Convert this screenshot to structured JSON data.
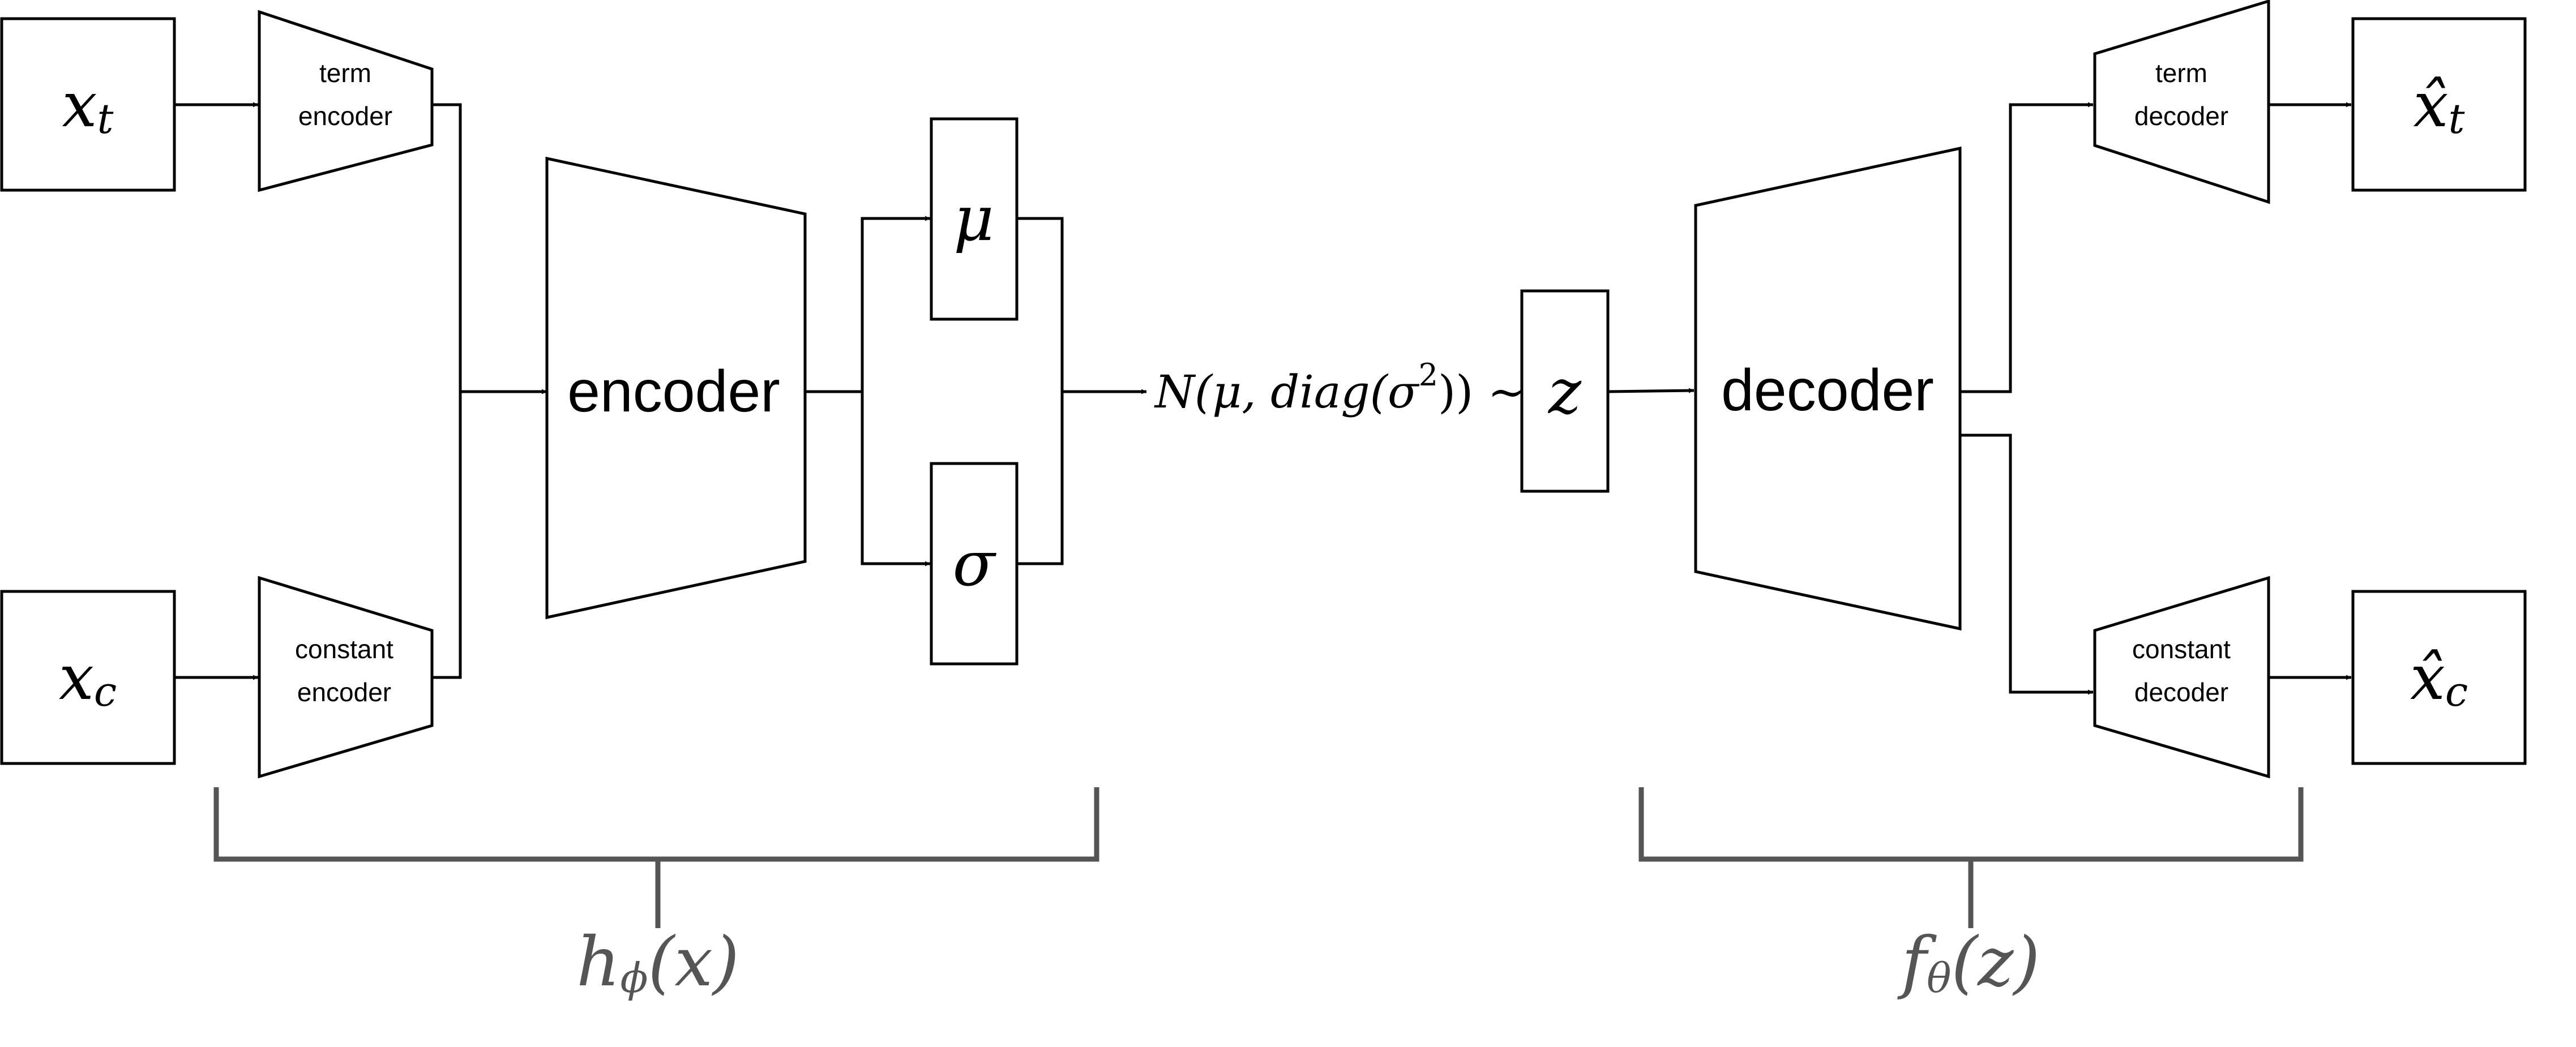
{
  "inputs": {
    "term": {
      "base": "x",
      "sub": "t"
    },
    "constant": {
      "base": "x",
      "sub": "c"
    }
  },
  "blocks": {
    "term_encoder": [
      "term",
      "encoder"
    ],
    "constant_encoder": [
      "constant",
      "encoder"
    ],
    "encoder": "encoder",
    "decoder": "decoder",
    "term_decoder": [
      "term",
      "decoder"
    ],
    "constant_decoder": [
      "constant",
      "decoder"
    ]
  },
  "latent": {
    "mu": "μ",
    "sigma": "σ",
    "distribution": {
      "prefix": "N(μ, diag(σ",
      "sup": "2",
      "suffix": ")) ~"
    },
    "z": "z"
  },
  "outputs": {
    "term": {
      "base": "x̂",
      "sub": "t"
    },
    "constant": {
      "base": "x̂",
      "sub": "c"
    }
  },
  "braces": {
    "encoder": {
      "fn": "h",
      "sub": "ϕ",
      "arg": "(x)"
    },
    "decoder": {
      "fn": "f",
      "sub": "θ",
      "arg": "(z)"
    }
  },
  "colors": {
    "stroke": "#000000",
    "brace": "#555555",
    "background": "#ffffff"
  }
}
